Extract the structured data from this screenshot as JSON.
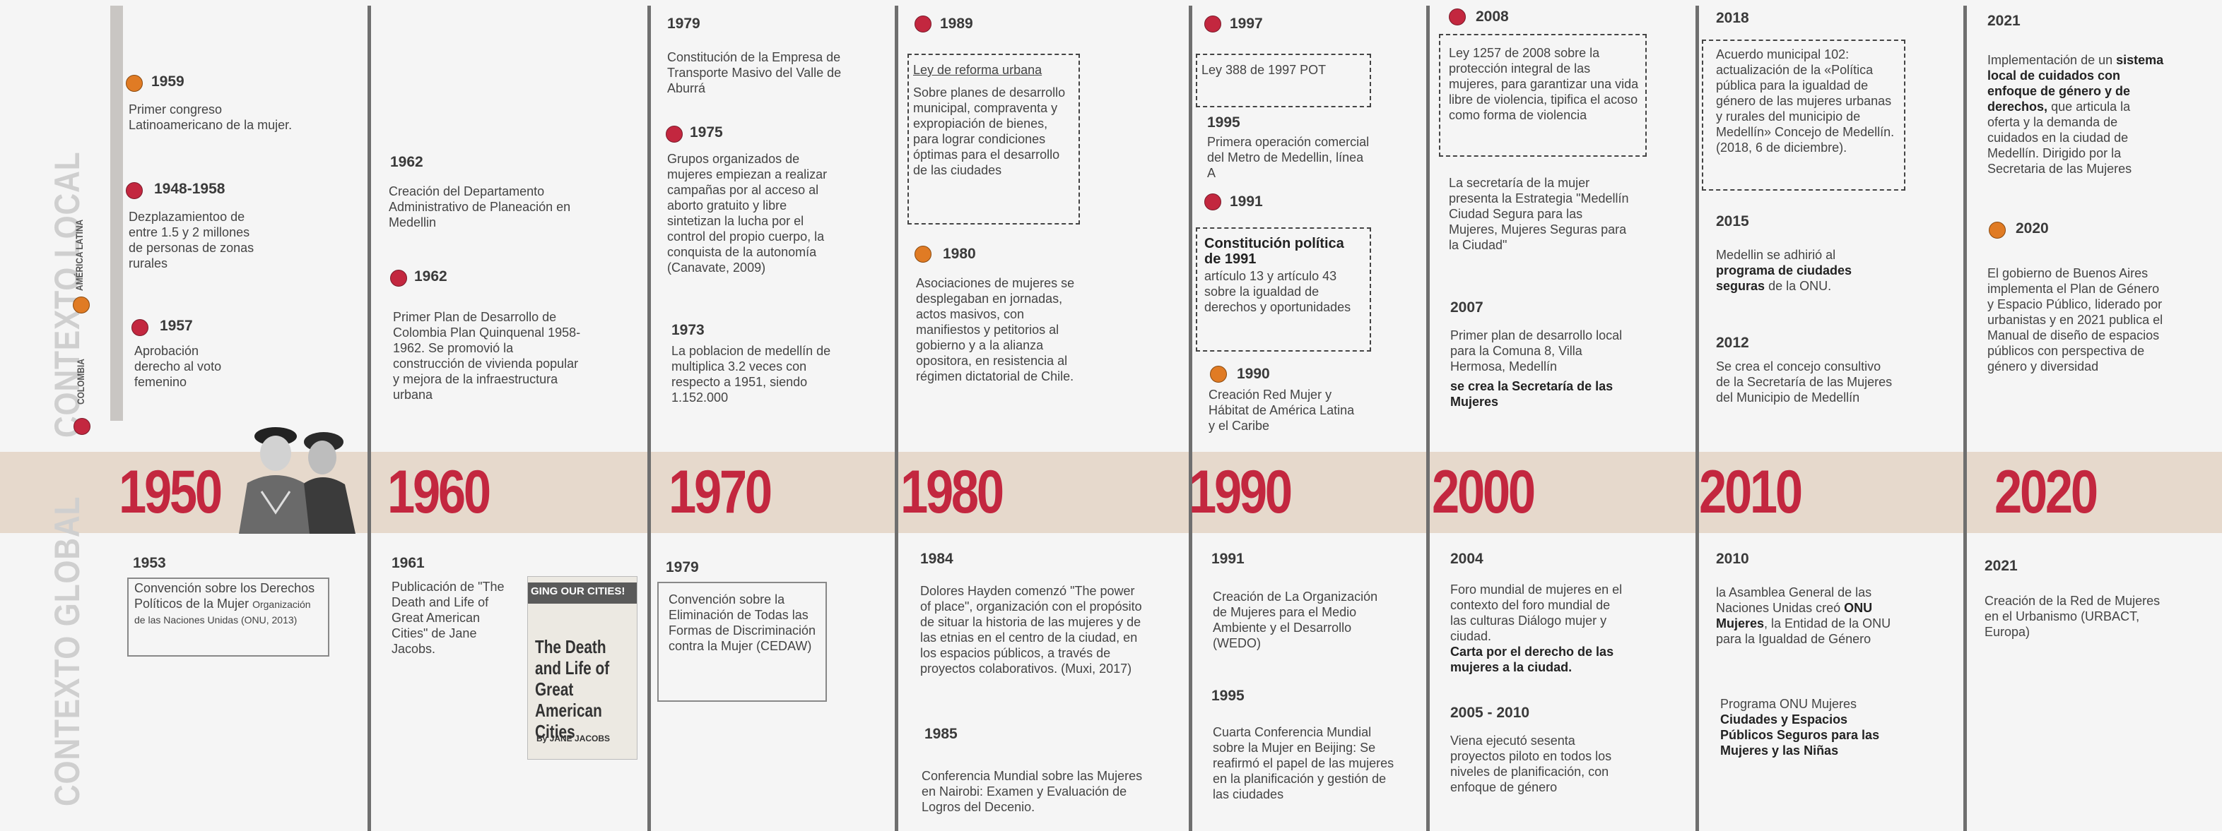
{
  "side": {
    "local": "CONTEXTO LOCAL",
    "global": "CONTEXTO GLOBAL",
    "latin": "AMÉRICA LATINA",
    "colombia": "COLOMBIA"
  },
  "colors": {
    "red": "#c3273f",
    "orange": "#e07b24",
    "band": "#e6d9cc"
  },
  "decades": [
    "1950",
    "1960",
    "1970",
    "1980",
    "1990",
    "2000",
    "2010",
    "2020"
  ],
  "local": {
    "c1": {
      "y1": "1959",
      "t1": "Primer congreso Latinoamericano de la mujer.",
      "y2": "1948-1958",
      "t2": "Dezplazamientoo de entre 1.5 y 2 millones de personas de zonas rurales",
      "y3": "1957",
      "t3": "Aprobación derecho al voto femenino"
    },
    "c2": {
      "y1": "1962",
      "t1": "Creación del Departamento Administrativo de Planeación en Medellin",
      "y2": "1962",
      "t2": "Primer Plan de Desarrollo de Colombia Plan Quinquenal 1958-1962. Se promovió la construcción de vivienda popular y mejora de la infraestructura urbana"
    },
    "c3": {
      "y1": "1979",
      "t1": "Constitución de la Empresa de Transporte Masivo del Valle de Aburrá",
      "y2": "1975",
      "t2": "Grupos organizados de mujeres empiezan a realizar campañas por al acceso al aborto gratuito y libre sintetizan la lucha por el control del propio cuerpo, la conquista de la autonomía (Canavate, 2009)",
      "y3": "1973",
      "t3": "La poblacion de medellín de multiplica 3.2 veces con respecto a 1951, siendo 1.152.000"
    },
    "c4": {
      "y1": "1989",
      "t1a": "Ley de reforma urbana",
      "t1b": "Sobre planes de desarrollo municipal, compraventa y expropiación de bienes, para lograr condiciones óptimas para el desarrollo de las ciudades",
      "y2": "1980",
      "t2": "Asociaciones de mujeres se desplegaban en jornadas, actos masivos, con manifiestos y petitorios al gobierno y a la alianza opositora, en resistencia al régimen dictatorial de Chile."
    },
    "c5": {
      "y1": "1997",
      "t1": "Ley 388 de 1997 POT",
      "y2": "1995",
      "t2": "Primera operación comercial del Metro de Medellin, línea A",
      "y3": "1991",
      "t3a": "Constitución política de 1991",
      "t3b": "artículo 13 y artículo 43 sobre la igualdad de derechos y oportunidades",
      "y4": "1990",
      "t4": "Creación Red Mujer y Hábitat de América Latina y el Caribe"
    },
    "c6": {
      "y1": "2008",
      "t1": "Ley 1257 de 2008 sobre la protección integral de las mujeres, para garantizar una vida libre de violencia, tipifica el acoso como forma de violencia",
      "t2": "La secretaría de la mujer presenta la Estrategia \"Medellín Ciudad Segura para las Mujeres, Mujeres Seguras para la Ciudad\"",
      "y3": "2007",
      "t3": "Primer plan de desarrollo local para la Comuna 8, Villa Hermosa, Medellín",
      "t3b": "se crea la Secretaría de las Mujeres"
    },
    "c7": {
      "y1": "2018",
      "t1": "Acuerdo municipal 102: actualización de la «Política pública para la igualdad de género de las mujeres urbanas y rurales del municipio de Medellín» Concejo de Medellín. (2018, 6 de diciembre).",
      "y2": "2015",
      "t2a": "Medellin se adhirió al",
      "t2b": "programa de ciudades seguras",
      "t2c": "de la ONU.",
      "y3": "2012",
      "t3": "Se crea el concejo consultivo de la Secretaría de las Mujeres del Municipio de Medellín"
    },
    "c8": {
      "y1": "2021",
      "t1a": "Implementación de un",
      "t1b": "sistema local de cuidados con enfoque de género y de derechos,",
      "t1c": "que articula la oferta y la demanda de cuidados en la ciudad de Medellín. Dirigido por la Secretaria de las Mujeres",
      "y2": "2020",
      "t2": "El gobierno de Buenos Aires implementa el Plan de Género y Espacio Público, liderado por urbanistas y en 2021 publica el Manual de diseño de espacios públicos con perspectiva de género y diversidad"
    }
  },
  "global": {
    "c1": {
      "y1": "1953",
      "t1": "Convención sobre los Derechos Políticos de la Mujer",
      "t1s": "Organización de las Naciones Unidas (ONU, 2013)"
    },
    "c2": {
      "y1": "1961",
      "t1": "Publicación de \"The Death and Life of Great American Cities\" de Jane Jacobs.",
      "book_top": "GING OUR CITIES!",
      "book_title": "The Death and Life of Great American Cities",
      "book_author": "By JANE JACOBS"
    },
    "c3": {
      "y1": "1979",
      "t1": "Convención sobre la Eliminación de Todas las Formas de Discriminación contra la Mujer (CEDAW)"
    },
    "c4": {
      "y1": "1984",
      "t1": "Dolores Hayden comenzó \"The power of place\", organización con el propósito de situar la historia de las mujeres y de las etnias en el centro de la ciudad, en los espacios públicos, a través de proyectos colaborativos. (Muxi, 2017)",
      "y2": "1985",
      "t2": "Conferencia Mundial sobre las Mujeres en Nairobi: Examen y Evaluación de Logros del Decenio."
    },
    "c5": {
      "y1": "1991",
      "t1": "Creación de La Organización de Mujeres para el Medio Ambiente y el Desarrollo (WEDO)",
      "y2": "1995",
      "t2": "Cuarta Conferencia Mundial sobre la Mujer en Beijing: Se reafirmó el papel de las mujeres en la planificación y gestión de las ciudades"
    },
    "c6": {
      "y1": "2004",
      "t1": "Foro mundial de mujeres en el contexto del foro mundial de las culturas Diálogo mujer y ciudad.",
      "t1b": "Carta por el derecho de las mujeres a la ciudad.",
      "y2": "2005 - 2010",
      "t2": "Viena ejecutó sesenta proyectos piloto en todos los niveles de planificación, con enfoque de género"
    },
    "c7": {
      "y1": "2010",
      "t1a": "la Asamblea General de las Naciones Unidas creó",
      "t1b": "ONU Mujeres",
      "t1c": ", la Entidad de la ONU para la Igualdad de Género",
      "t2a": "Programa ONU Mujeres",
      "t2b": "Ciudades y Espacios Públicos Seguros para las Mujeres y las Niñas"
    },
    "c8": {
      "y1": "2021",
      "t1": "Creación de la Red de Mujeres en el Urbanismo (URBACT, Europa)"
    }
  }
}
